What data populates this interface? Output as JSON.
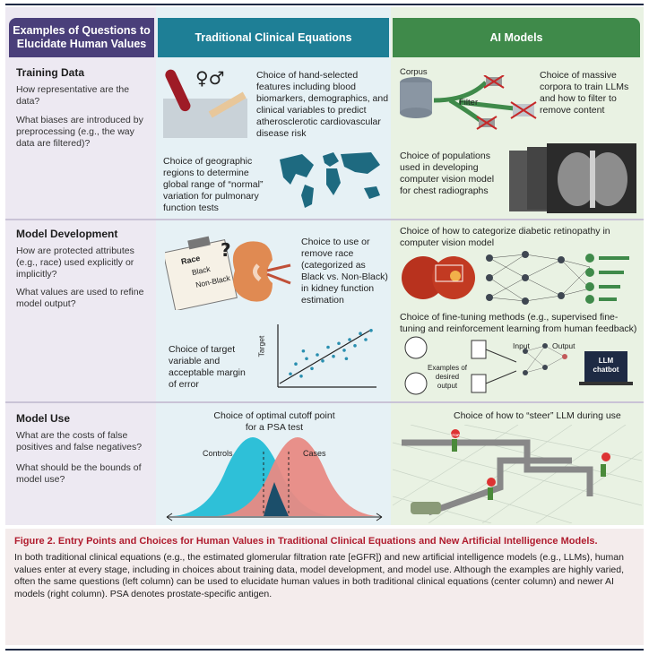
{
  "headers": {
    "questions": "Examples of Questions to Elucidate Human Values",
    "traditional": "Traditional Clinical Equations",
    "ai": "AI Models"
  },
  "training": {
    "title": "Training Data",
    "q1": "How representative are the data?",
    "q2": "What biases are introduced by preprocessing (e.g., the way data are filtered)?",
    "trad1": "Choice of hand-selected features including blood biomarkers, demographics, and clinical variables to predict atherosclerotic cardiovascular disease risk",
    "trad2": "Choice of geographic regions to determine global range of “normal” variation for pulmonary function tests",
    "corpus": "Corpus",
    "filter": "Filter",
    "ai1": "Choice of massive corpora to train LLMs and how to filter to remove content",
    "ai2": "Choice of populations used in developing computer vision model for chest radiographs"
  },
  "development": {
    "title": "Model Development",
    "q1": "How are protected attributes (e.g., race) used explicitly or implicitly?",
    "q2": "What values are used to refine model output?",
    "race": "Race",
    "black": "Black",
    "nonblack": "Non-Black",
    "trad1": "Choice to use or remove race (categorized as Black vs. Non-Black) in kidney function estimation",
    "trad2": "Choice of target variable and acceptable margin of error",
    "target": "Target",
    "ai1": "Choice of how to categorize diabetic retinopathy in computer vision model",
    "ai2": "Choice of fine-tuning methods (e.g., supervised fine-tuning and reinforcement learning from human feedback)",
    "input": "Input",
    "output": "Output",
    "examples": "Examples of desired output",
    "chatbot": "LLM chatbot"
  },
  "use": {
    "title": "Model Use",
    "q1": "What are the costs of false positives and false negatives?",
    "q2": "What should be the bounds of model use?",
    "trad1": "Choice of optimal cutoff point for a PSA test",
    "controls": "Controls",
    "cases": "Cases",
    "ai1": "Choice of how to “steer” LLM during use",
    "stop": "STOP"
  },
  "caption": {
    "title": "Figure 2. Entry Points and Choices for Human Values in Traditional Clinical Equations and New Artificial Intelligence Models.",
    "body": "In both traditional clinical equations (e.g., the estimated glomerular filtration rate [eGFR]) and new artificial intelligence models (e.g., LLMs), human values enter at every stage, including in choices about training data, model development, and model use. Although the examples are highly varied, often the same questions (left column) can be used to elucidate human values in both traditional clinical equations (center column) and newer AI models (right column). PSA denotes prostate-specific antigen."
  },
  "colors": {
    "purple": "#4a3f7a",
    "teal": "#1e7f96",
    "green": "#3f8a4a",
    "red": "#b01c2e"
  },
  "chart_data": {
    "type": "scatter",
    "ylabel": "Target",
    "points": [
      [
        1,
        1.5
      ],
      [
        1.5,
        2.8
      ],
      [
        2,
        1.2
      ],
      [
        2.5,
        3.5
      ],
      [
        3,
        2.2
      ],
      [
        3.5,
        4
      ],
      [
        4,
        3.2
      ],
      [
        4.5,
        5
      ],
      [
        5,
        3.8
      ],
      [
        5.5,
        5.5
      ],
      [
        6,
        4.6
      ],
      [
        6.5,
        6
      ],
      [
        7,
        5.2
      ],
      [
        7.5,
        6.8
      ],
      [
        8,
        6
      ],
      [
        8.5,
        7.2
      ],
      [
        2.2,
        4.5
      ],
      [
        6.2,
        3.5
      ]
    ]
  }
}
